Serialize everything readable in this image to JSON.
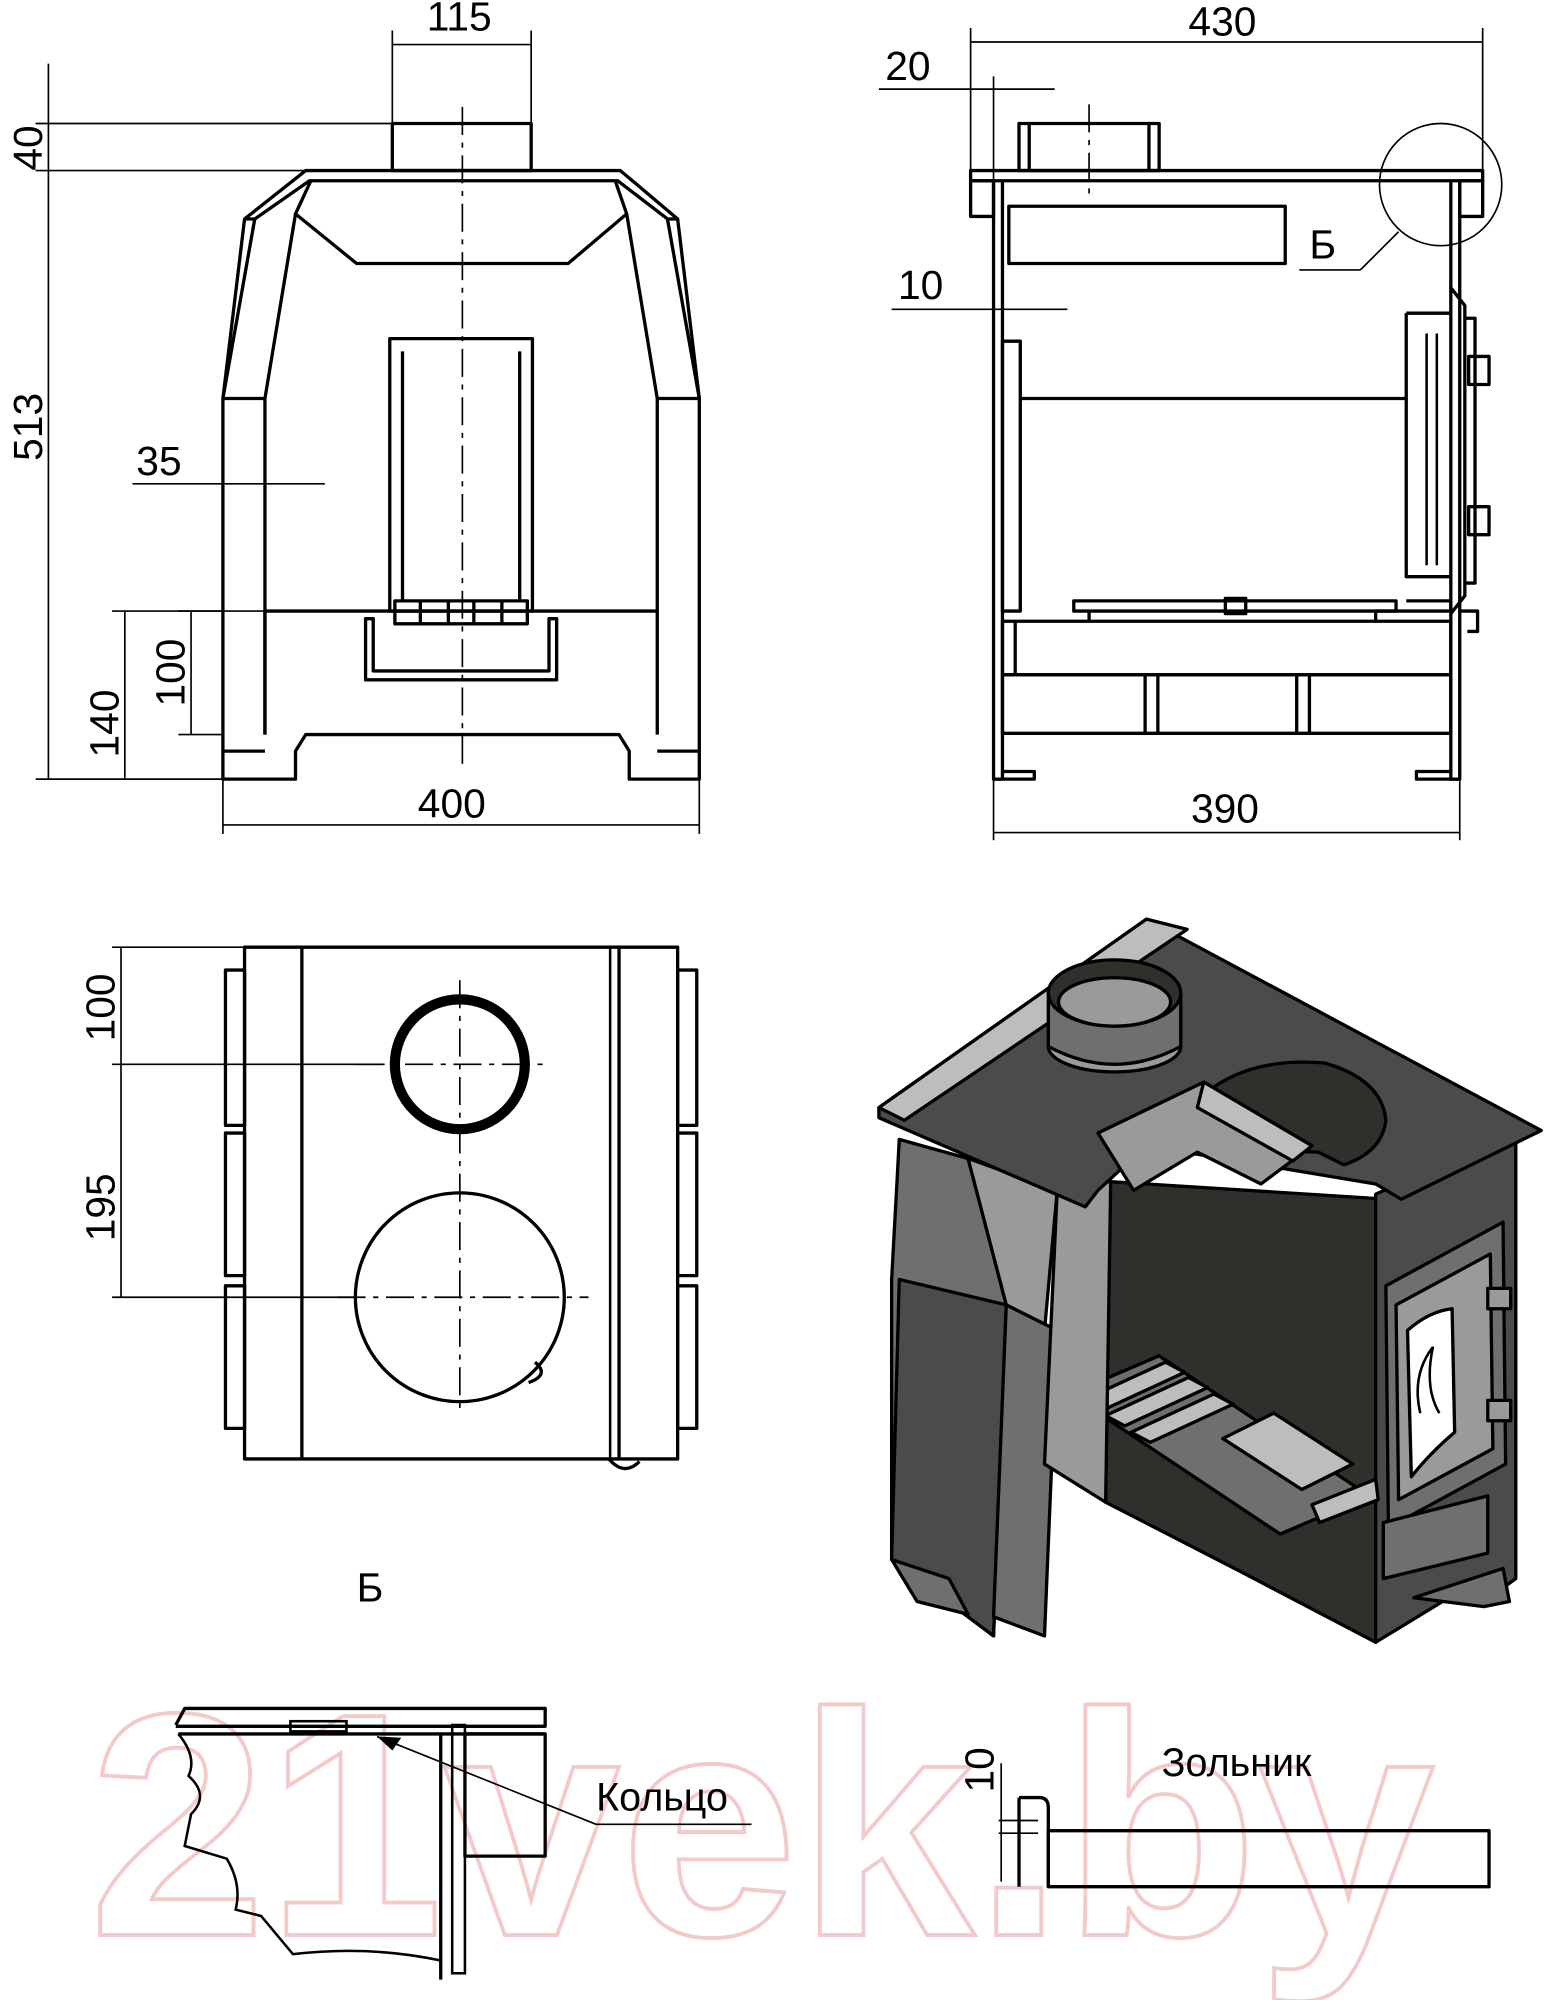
{
  "watermark": "21vek.by",
  "front_view": {
    "dim_top_pipe": "115",
    "dim_pipe_height": "40",
    "dim_total_height": "513",
    "dim_wall": "35",
    "dim_ash_height": "100",
    "dim_legs": "140",
    "dim_width": "400"
  },
  "side_view": {
    "dim_depth_top": "430",
    "dim_offset_top": "20",
    "dim_offset_side": "10",
    "detail_ref": "Б",
    "dim_depth_bottom": "390"
  },
  "top_view": {
    "dim_first_hole": "100",
    "dim_second_hole": "195"
  },
  "detail": {
    "title": "Б",
    "ring_label": "Кольцо",
    "ashpan_label": "Зольник",
    "dim_ashpan": "10"
  }
}
